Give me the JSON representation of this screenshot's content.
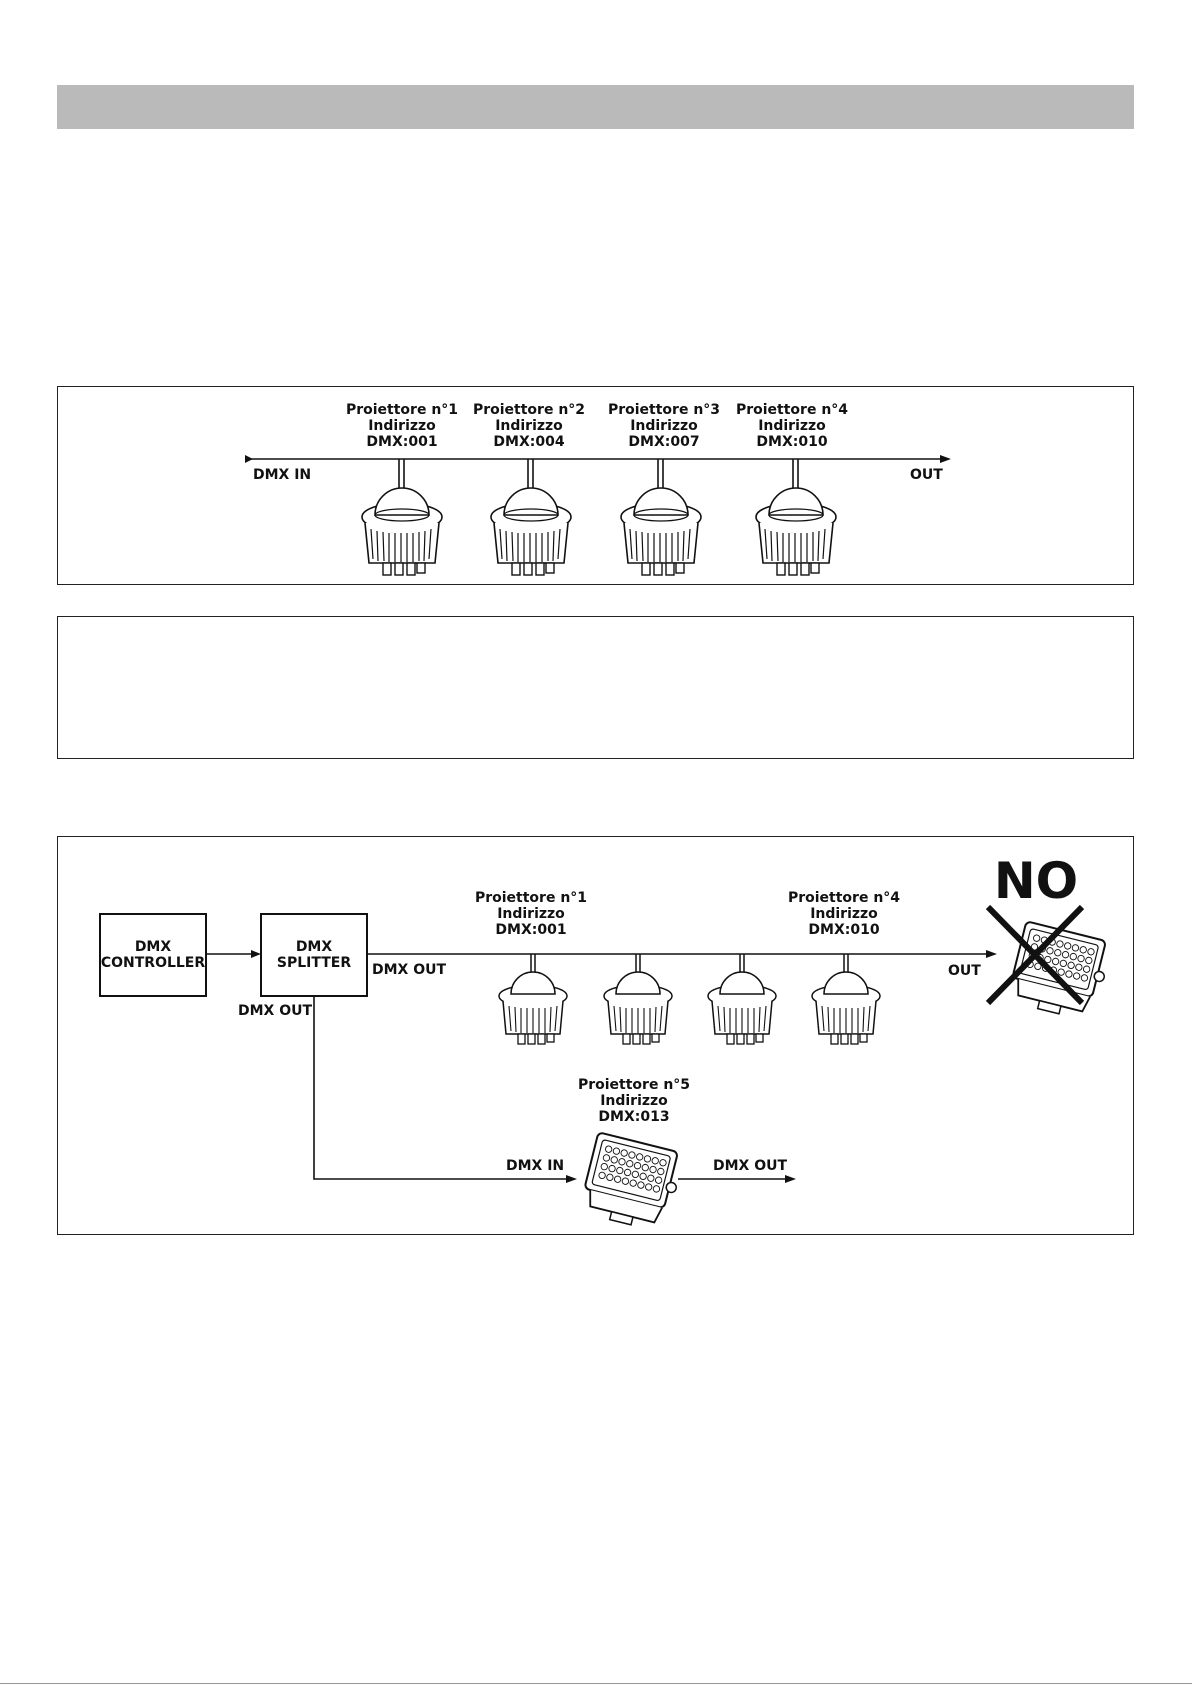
{
  "diagram1": {
    "input_label": "DMX IN",
    "output_label": "OUT",
    "fixtures": [
      {
        "name": "Proiettore n°1",
        "addr_label": "Indirizzo",
        "dmx": "DMX:001"
      },
      {
        "name": "Proiettore n°2",
        "addr_label": "Indirizzo",
        "dmx": "DMX:004"
      },
      {
        "name": "Proiettore n°3",
        "addr_label": "Indirizzo",
        "dmx": "DMX:007"
      },
      {
        "name": "Proiettore n°4",
        "addr_label": "Indirizzo",
        "dmx": "DMX:010"
      }
    ]
  },
  "diagram2": {
    "controller": {
      "line1": "DMX",
      "line2": "CONTROLLER"
    },
    "splitter": {
      "line1": "DMX",
      "line2": "SPLITTER"
    },
    "splitter_out_right": "DMX OUT",
    "splitter_out_bottom": "DMX OUT",
    "chain_first": {
      "name": "Proiettore n°1",
      "addr_label": "Indirizzo",
      "dmx": "DMX:001"
    },
    "chain_last": {
      "name": "Proiettore n°4",
      "addr_label": "Indirizzo",
      "dmx": "DMX:010"
    },
    "chain_out": "OUT",
    "no_label": "NO",
    "branch_fixture": {
      "name": "Proiettore n°5",
      "addr_label": "Indirizzo",
      "dmx": "DMX:013"
    },
    "branch_in": "DMX IN",
    "branch_out": "DMX OUT"
  }
}
